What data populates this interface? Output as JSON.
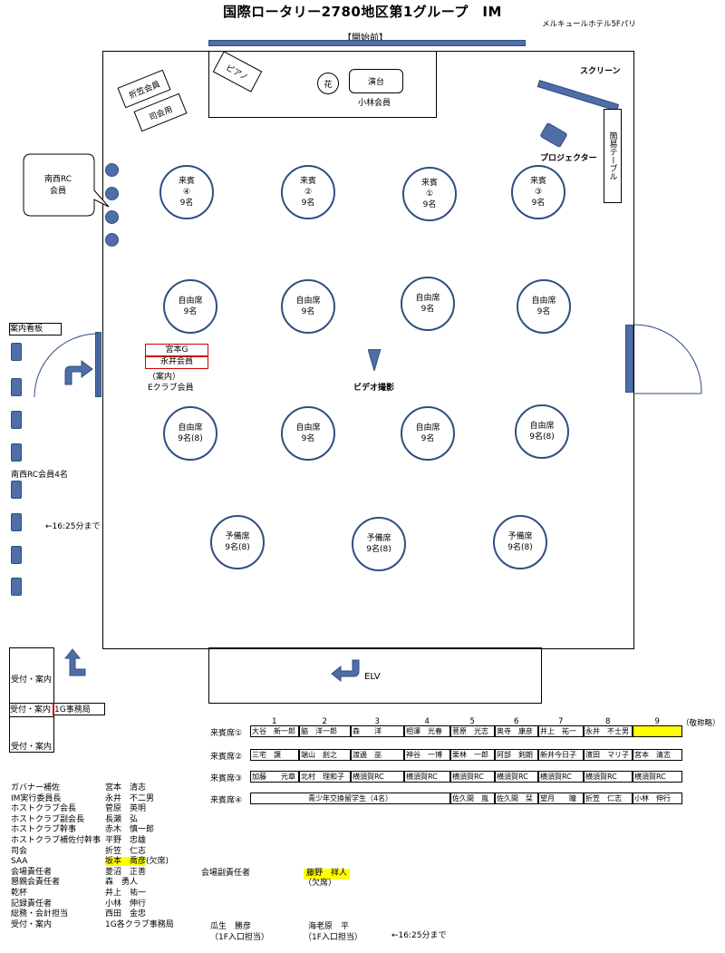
{
  "title": "国際ロータリー2780地区第1グループ　IM",
  "venue": "メルキュールホテル5Fパリ",
  "before_label": "【開始前】",
  "stage": {
    "piano": "ピアノ",
    "flower": "花",
    "podium": "演台",
    "podium_note": "小林会員"
  },
  "screen": "スクリーン",
  "projector": "プロジェクター",
  "simple_table": "簡易テーブル",
  "side_desks": {
    "orikasa": "折笠会員",
    "mc": "司会用"
  },
  "nansei_callout": "南西RC\n会員",
  "guide_board": "案内看板",
  "nansei_note": "南西RC会員4名",
  "time_note": "←16:25分まで",
  "tables": [
    {
      "line1": "来賓",
      "line2": "④",
      "line3": "9名"
    },
    {
      "line1": "来賓",
      "line2": "②",
      "line3": "9名"
    },
    {
      "line1": "来賓",
      "line2": "①",
      "line3": "9名"
    },
    {
      "line1": "来賓",
      "line2": "③",
      "line3": "9名"
    },
    {
      "line1": "自由席",
      "line2": "9名",
      "line3": ""
    },
    {
      "line1": "自由席",
      "line2": "9名",
      "line3": ""
    },
    {
      "line1": "自由席",
      "line2": "9名",
      "line3": ""
    },
    {
      "line1": "自由席",
      "line2": "9名",
      "line3": ""
    },
    {
      "line1": "自由席",
      "line2": "9名(8)",
      "line3": ""
    },
    {
      "line1": "自由席",
      "line2": "9名",
      "line3": ""
    },
    {
      "line1": "自由席",
      "line2": "9名",
      "line3": ""
    },
    {
      "line1": "自由席",
      "line2": "9名(8)",
      "line3": ""
    },
    {
      "line1": "予備席",
      "line2": "9名(8)",
      "line3": ""
    },
    {
      "line1": "予備席",
      "line2": "9名(8)",
      "line3": ""
    },
    {
      "line1": "予備席",
      "line2": "9名(8)",
      "line3": ""
    }
  ],
  "usher": {
    "name1": "宮本G",
    "name2": "永井会員",
    "note1": "（案内）",
    "note2": "Eクラブ会員"
  },
  "video": "ビデオ撮影",
  "elv": "ELV",
  "reception": {
    "label1": "受付・案内",
    "label2": "受付・案内",
    "office": "1G事務局",
    "label3": "受付・案内"
  },
  "honorific": "（敬称略）",
  "seat_columns": [
    "1",
    "2",
    "3",
    "4",
    "5",
    "6",
    "7",
    "8",
    "9"
  ],
  "seating": [
    {
      "row": "来賓席①",
      "cells": [
        "大谷　新一郎",
        "脇　洋一郎",
        "森　　洋",
        "相澤　光春",
        "菅原　光志",
        "奥寺　康彦",
        "井上　祐一",
        "永井　不士男",
        ""
      ],
      "highlight": 8
    },
    {
      "row": "来賓席②",
      "cells": [
        "三宅　譲",
        "端山　創之",
        "渡邊　巫",
        "神谷　一博",
        "栗林　一郎",
        "阿部　剣朗",
        "新井今日子",
        "濱田　マリ子",
        "宮本　清志"
      ],
      "highlight": -1
    },
    {
      "row": "来賓席③",
      "cells": [
        "加藤　　元章",
        "北村　理和子",
        "横須賀RC",
        "横須賀RC",
        "横須賀RC",
        "横須賀RC",
        "横須賀RC",
        "横須賀RC",
        "横須賀RC"
      ],
      "highlight": -1
    },
    {
      "row": "来賓席④",
      "youth": "青少年交換留学生（4名）",
      "cells": [
        "佐久間　嵐",
        "佐久間　栞",
        "望月　　瞳",
        "折笠　仁志",
        "小林　伸行"
      ],
      "highlight": -1
    }
  ],
  "staff": [
    {
      "role": "ガバナー補佐",
      "name": "宮本　清志"
    },
    {
      "role": "IM実行委員長",
      "name": "永井　不二男"
    },
    {
      "role": "ホストクラブ会長",
      "name": "菅原　英明"
    },
    {
      "role": "ホストクラブ副会長",
      "name": "長瀬　弘"
    },
    {
      "role": "ホストクラブ幹事",
      "name": "赤木　慎一郎"
    },
    {
      "role": "ホストクラブ補佐付幹事",
      "name": "平野　忠雄"
    },
    {
      "role": "司会",
      "name": "折笠　仁志"
    },
    {
      "role": "SAA",
      "name": "坂本　喬彦",
      "note": "(欠席)"
    },
    {
      "role": "会場責任者",
      "name": "菱沼　正善"
    },
    {
      "role": "懇親会責任者",
      "name": "森　勇人"
    },
    {
      "role": "乾杯",
      "name": "井上　祐一"
    },
    {
      "role": "記録責任者",
      "name": "小林　伸行"
    },
    {
      "role": "総務・会計担当",
      "name": "西田　金忠"
    },
    {
      "role": "受付・案内",
      "name": "1G各クラブ事務局"
    }
  ],
  "vice": {
    "role": "会場副責任者",
    "name": "藤野　祥人",
    "note": "（欠席）"
  },
  "entrance": [
    {
      "name": "瓜生　勝彦",
      "note": "（1F入口担当）"
    },
    {
      "name": "海老原　平",
      "note": "（1F入口担当）"
    }
  ],
  "time_note2": "←16:25分まで",
  "colors": {
    "accent": "#4f6ea8",
    "highlight": "#ffff00",
    "usher_box": "#d00000"
  }
}
